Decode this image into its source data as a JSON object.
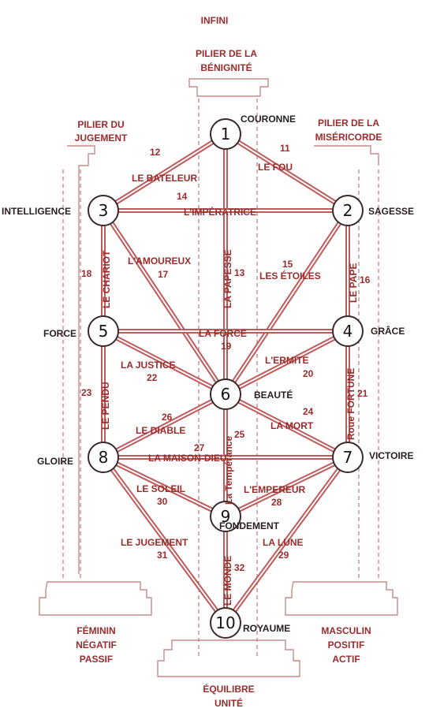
{
  "top_label": "INFINI",
  "pillars": {
    "center_top": [
      "PILIER DE LA",
      "BÉNIGNITÉ"
    ],
    "left_top": [
      "PILIER DU",
      "JUGEMENT"
    ],
    "right_top": [
      "PILIER DE LA",
      "MISÉRICORDE"
    ],
    "left_bottom": [
      "FÉMININ",
      "NÉGATIF",
      "PASSIF"
    ],
    "right_bottom": [
      "MASCULIN",
      "POSITIF",
      "ACTIF"
    ],
    "center_bottom": [
      "ÉQUILIBRE",
      "UNITÉ"
    ]
  },
  "sephiroth": [
    {
      "id": "1",
      "name": "COURONNE"
    },
    {
      "id": "2",
      "name": "SAGESSE"
    },
    {
      "id": "3",
      "name": "INTELLIGENCE"
    },
    {
      "id": "4",
      "name": "GRÂCE"
    },
    {
      "id": "5",
      "name": "FORCE"
    },
    {
      "id": "6",
      "name": "BEAUTÉ"
    },
    {
      "id": "7",
      "name": "VICTOIRE"
    },
    {
      "id": "8",
      "name": "GLOIRE"
    },
    {
      "id": "9",
      "name": "FONDEMENT"
    },
    {
      "id": "10",
      "name": "ROYAUME"
    }
  ],
  "paths": [
    {
      "num": "11",
      "name": "LE FOU"
    },
    {
      "num": "12",
      "name": "LE BATELEUR"
    },
    {
      "num": "13",
      "name": "LA PAPESSE"
    },
    {
      "num": "14",
      "name": "L'IMPÉRATRICE"
    },
    {
      "num": "15",
      "name": "LES ÉTOILES"
    },
    {
      "num": "16",
      "name": "LE PAPE"
    },
    {
      "num": "17",
      "name": "L'AMOUREUX"
    },
    {
      "num": "18",
      "name": "LE CHARIOT"
    },
    {
      "num": "19",
      "name": "LA FORCE"
    },
    {
      "num": "20",
      "name": "L'ERMITE"
    },
    {
      "num": "21",
      "name": "Roue FORTUNE"
    },
    {
      "num": "22",
      "name": "LA JUSTICE"
    },
    {
      "num": "23",
      "name": "LE PENDU"
    },
    {
      "num": "24",
      "name": "LA MORT"
    },
    {
      "num": "25",
      "name": "La Tempérance"
    },
    {
      "num": "26",
      "name": "LE DIABLE"
    },
    {
      "num": "27",
      "name": "LA MAISON-DIEU"
    },
    {
      "num": "28",
      "name": "L'EMPEREUR"
    },
    {
      "num": "29",
      "name": "LA LUNE"
    },
    {
      "num": "30",
      "name": "LE SOLEIL"
    },
    {
      "num": "31",
      "name": "LE JUGEMENT"
    },
    {
      "num": "32",
      "name": "LE MONDE"
    }
  ],
  "colors": {
    "path": "#c05a5a",
    "text": "#9a2c2c",
    "dark_text": "#2a1f1f",
    "pillar": "#c98a8a"
  }
}
